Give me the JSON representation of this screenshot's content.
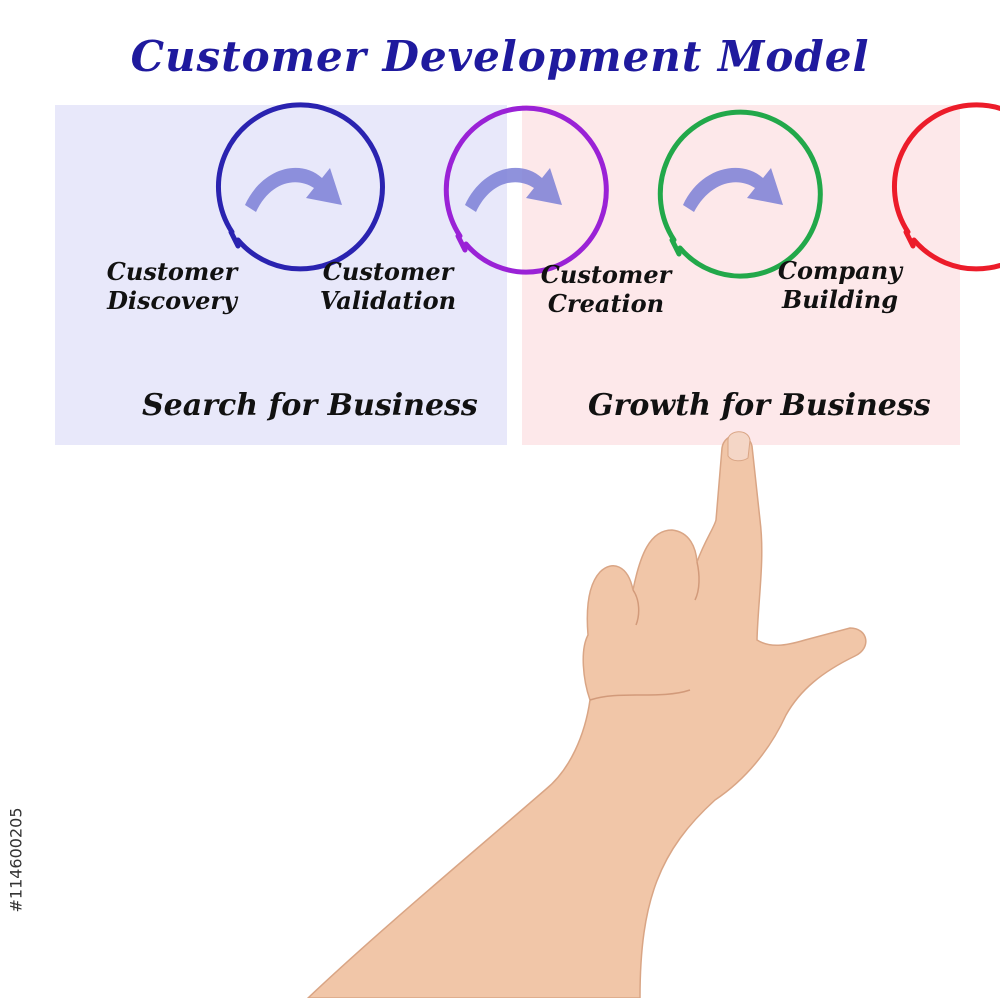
{
  "title": "Customer Development Model",
  "colors": {
    "title": "#1f1a9e",
    "search_panel": "#e8e8fa",
    "growth_panel": "#fde8ea",
    "arrow": "#7b7fd6",
    "stage_discovery": "#2a23b0",
    "stage_validation": "#9a22d6",
    "stage_creation": "#22a84a",
    "stage_building": "#ec1c2a",
    "skin": "#f1c6a8"
  },
  "phases": {
    "search": "Search for Business",
    "growth": "Growth for Business"
  },
  "stages": [
    {
      "line1": "Customer",
      "line2": "Discovery"
    },
    {
      "line1": "Customer",
      "line2": "Validation"
    },
    {
      "line1": "Customer",
      "line2": "Creation"
    },
    {
      "line1": "Company",
      "line2": "Building"
    }
  ],
  "stock_id": "#114600205"
}
